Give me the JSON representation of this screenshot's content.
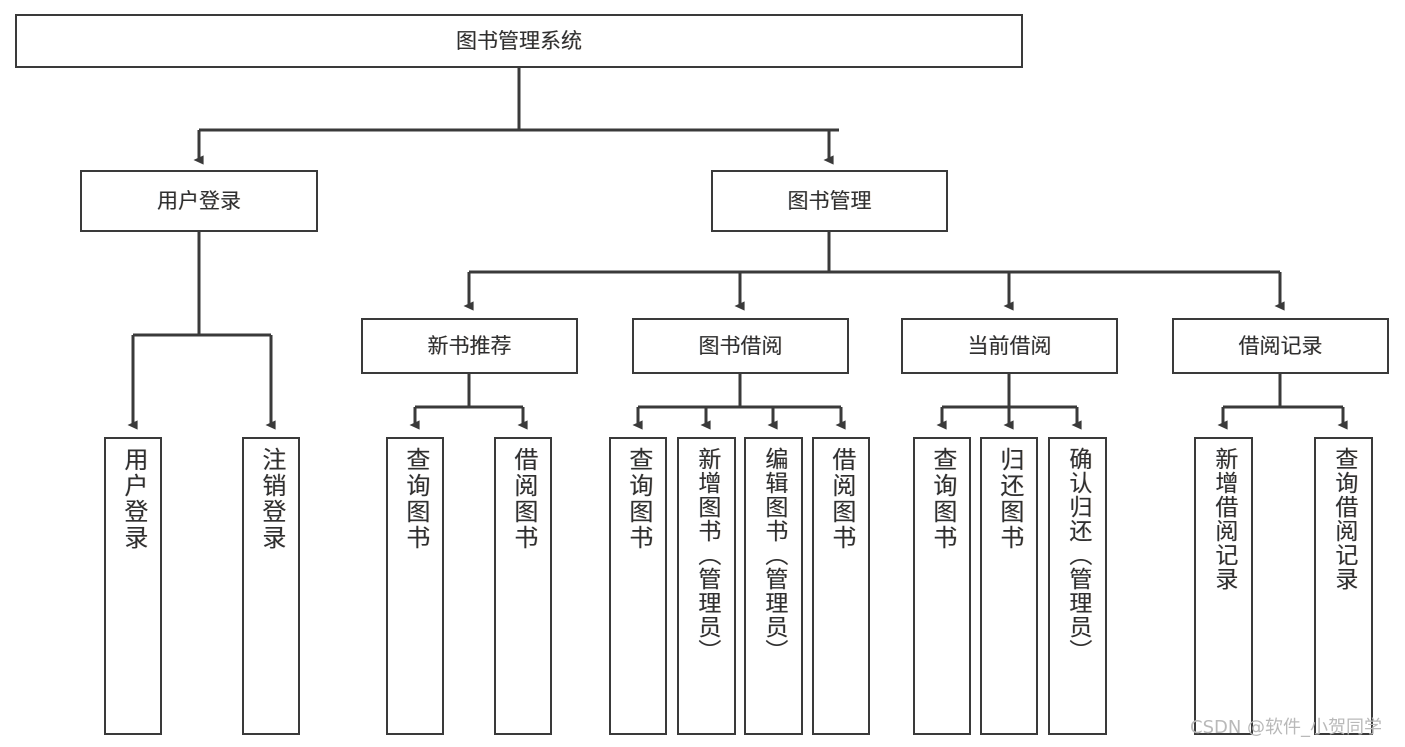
{
  "diagram": {
    "type": "tree-hierarchy",
    "title": "图书管理系统",
    "root": {
      "label": "图书管理系统"
    },
    "level2": [
      {
        "label": "用户登录"
      },
      {
        "label": "图书管理"
      }
    ],
    "level3": [
      {
        "label": "新书推荐"
      },
      {
        "label": "图书借阅"
      },
      {
        "label": "当前借阅"
      },
      {
        "label": "借阅记录"
      }
    ],
    "leaves": {
      "user_login": [
        {
          "label": "用户登录"
        },
        {
          "label": "注销登录"
        }
      ],
      "new_book_recommend": [
        {
          "label": "查询图书"
        },
        {
          "label": "借阅图书"
        }
      ],
      "book_borrow": [
        {
          "label": "查询图书"
        },
        {
          "label": "新增图书（管理员）"
        },
        {
          "label": "编辑图书（管理员）"
        },
        {
          "label": "借阅图书"
        }
      ],
      "current_borrow": [
        {
          "label": "查询图书"
        },
        {
          "label": "归还图书"
        },
        {
          "label": "确认归还（管理员）"
        }
      ],
      "borrow_record": [
        {
          "label": "新增借阅记录"
        },
        {
          "label": "查询借阅记录"
        }
      ]
    }
  },
  "watermark": {
    "text": "CSDN @软件_小贺同学"
  },
  "colors": {
    "stroke": "#3a3a3a",
    "fill": "#ffffff",
    "text": "#2f2f2f",
    "watermark": "#b9b9b9"
  }
}
